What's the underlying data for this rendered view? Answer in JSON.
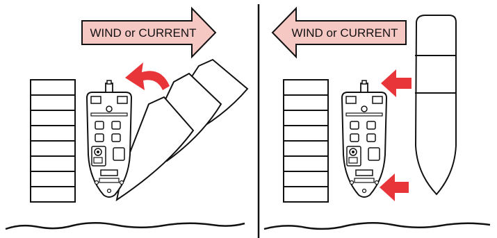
{
  "colors": {
    "label_arrow_fill": "#f6c8c4",
    "motion_arrow_fill": "#e8353a",
    "line": "#111111"
  },
  "left_panel": {
    "force_arrow": {
      "label": "WIND or CURRENT",
      "direction": "right"
    },
    "motion_arrow": {
      "icon": "curved-arrow-icon"
    }
  },
  "right_panel": {
    "force_arrow": {
      "label": "WIND or CURRENT",
      "direction": "left"
    },
    "motion_arrows": [
      {
        "icon": "push-arrow-icon"
      },
      {
        "icon": "push-arrow-icon"
      }
    ]
  }
}
